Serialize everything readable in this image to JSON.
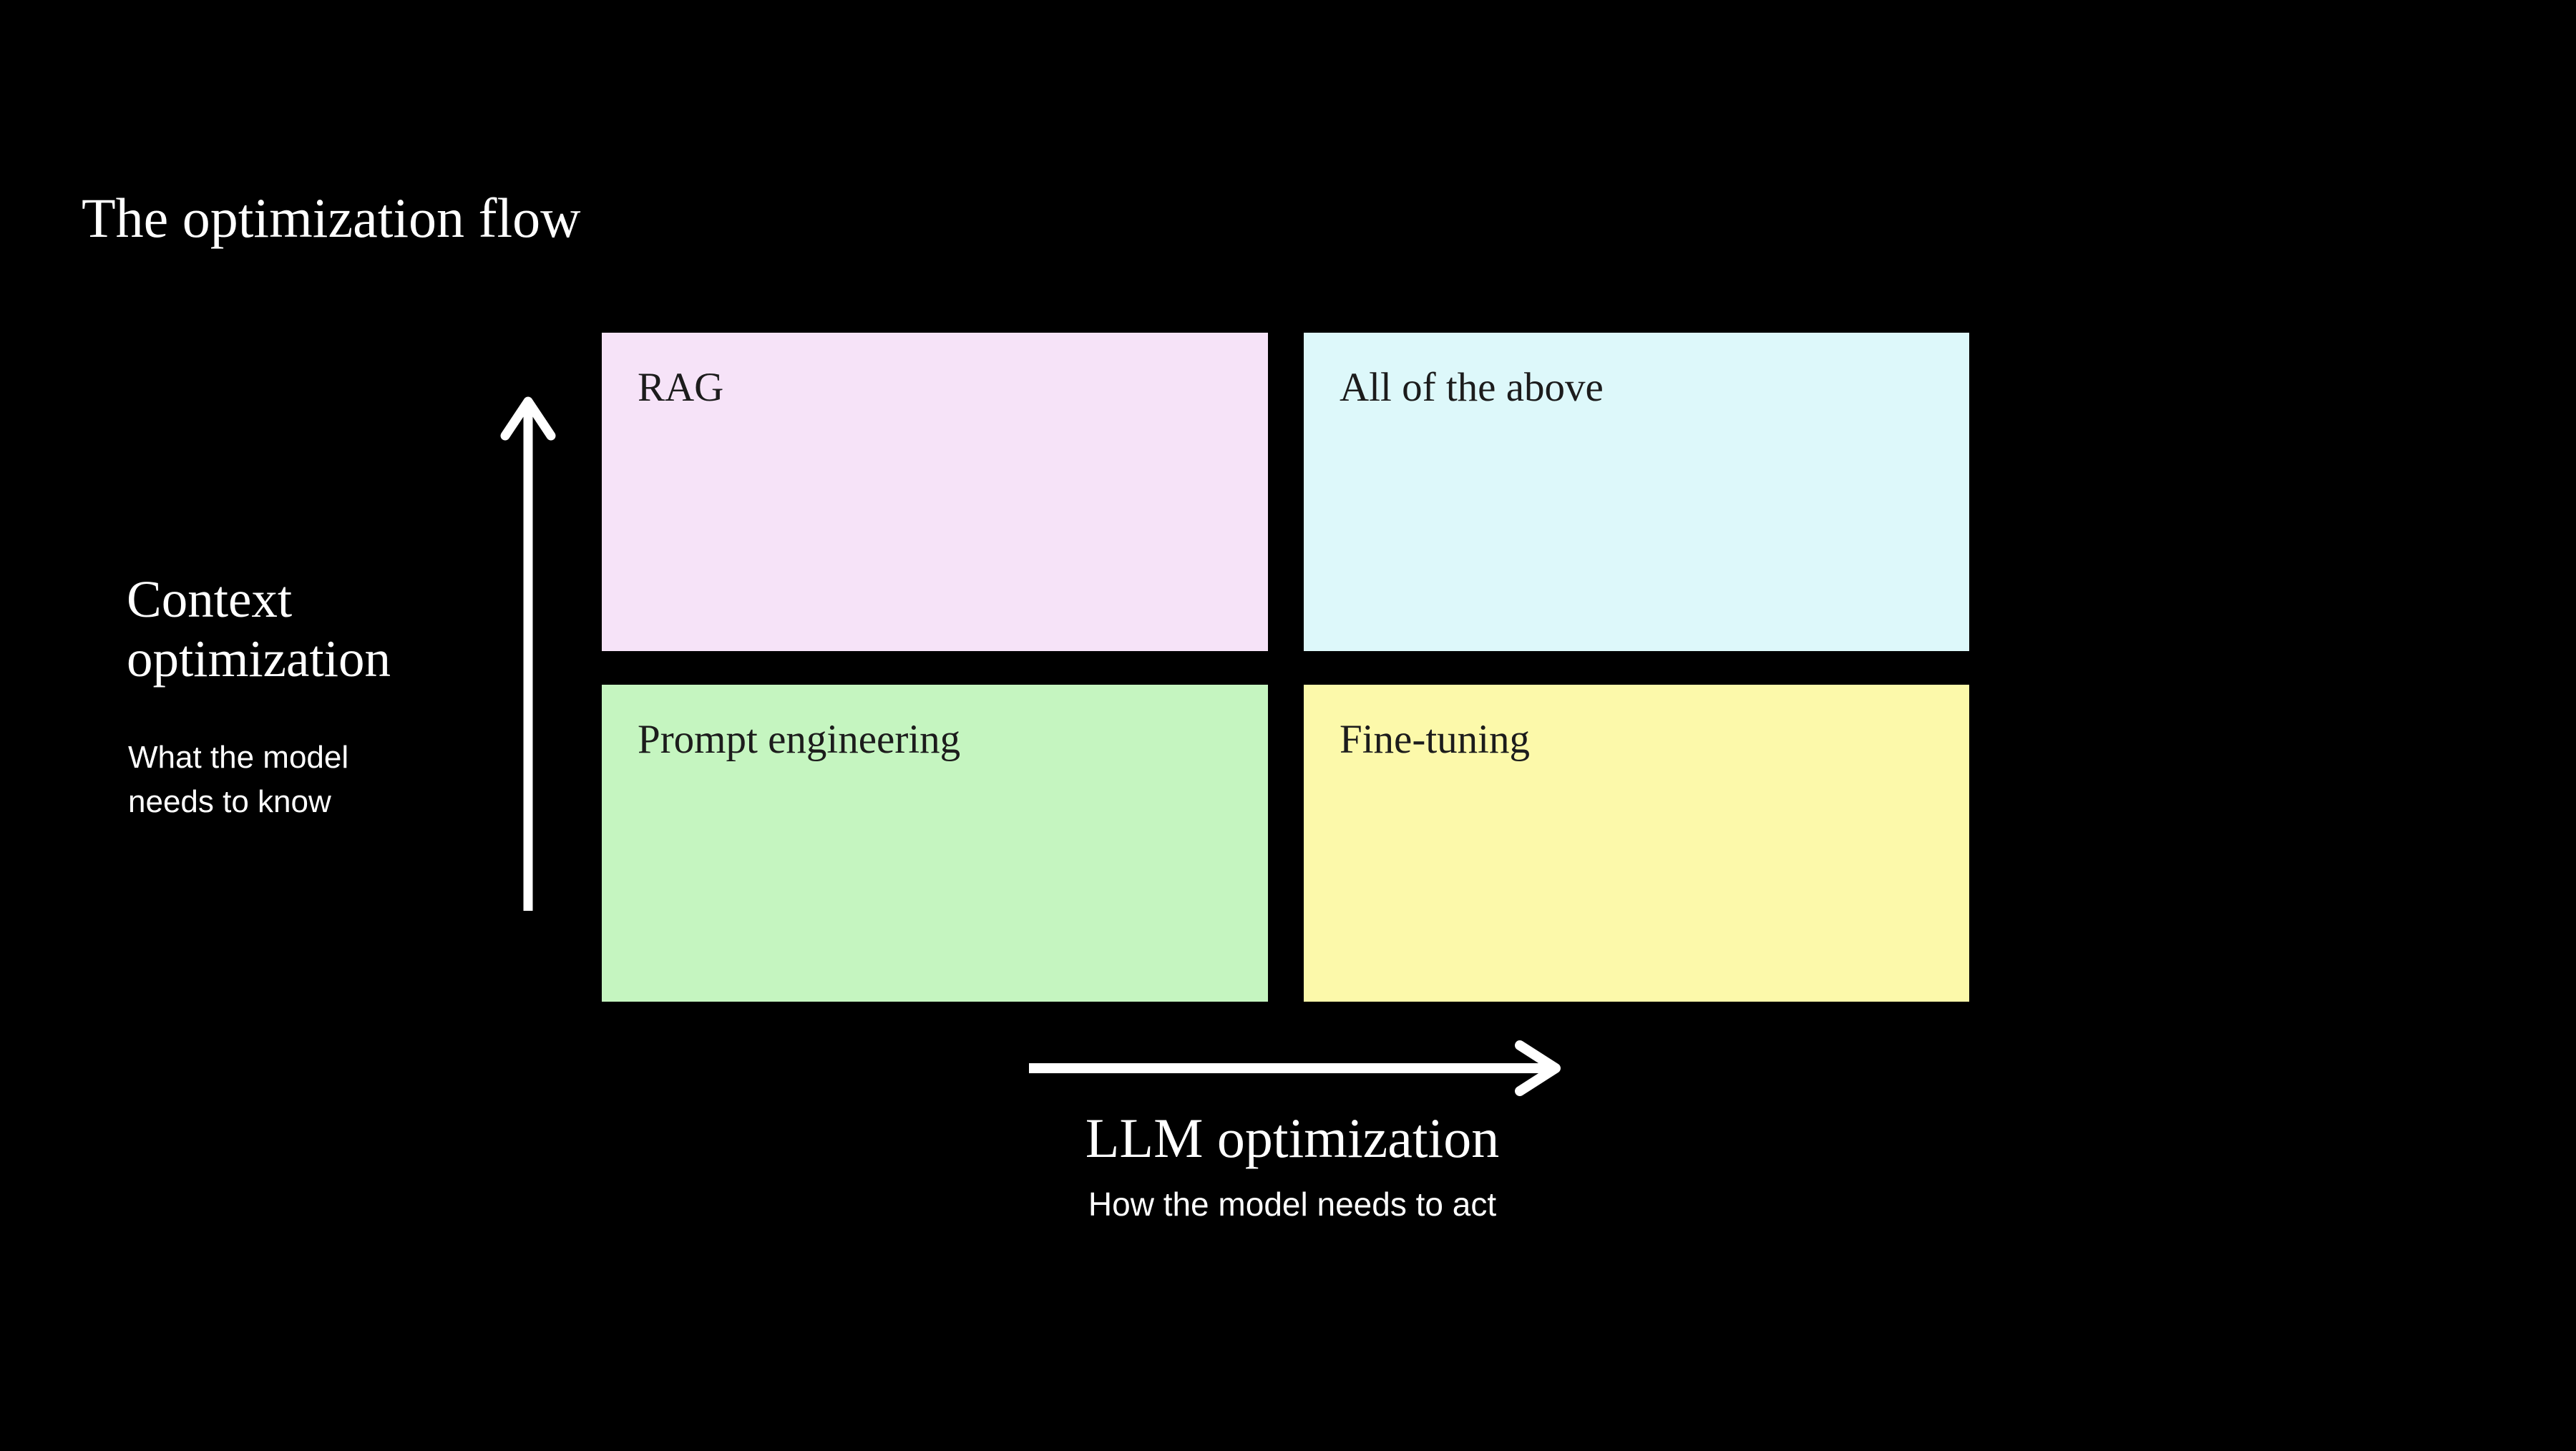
{
  "slide": {
    "title": "The optimization flow"
  },
  "matrix": {
    "quadrants": [
      {
        "id": "rag",
        "label": "RAG",
        "color": "#F6E3F8",
        "position": "top-left"
      },
      {
        "id": "all",
        "label": "All of the above",
        "color": "#DDF8FA",
        "position": "top-right"
      },
      {
        "id": "prompt",
        "label": "Prompt engineering",
        "color": "#C5F5C0",
        "position": "bottom-left"
      },
      {
        "id": "fine",
        "label": "Fine-tuning",
        "color": "#FCF9AA",
        "position": "bottom-right"
      }
    ]
  },
  "y_axis": {
    "label": "Context optimization",
    "description": "What the model needs to know"
  },
  "x_axis": {
    "label": "LLM optimization",
    "description": "How the model needs to act"
  },
  "colors": {
    "background": "#000000",
    "light_text": "#FFFFFF",
    "dark_text": "#1C1C1C",
    "arrow": "#FFFFFF"
  }
}
